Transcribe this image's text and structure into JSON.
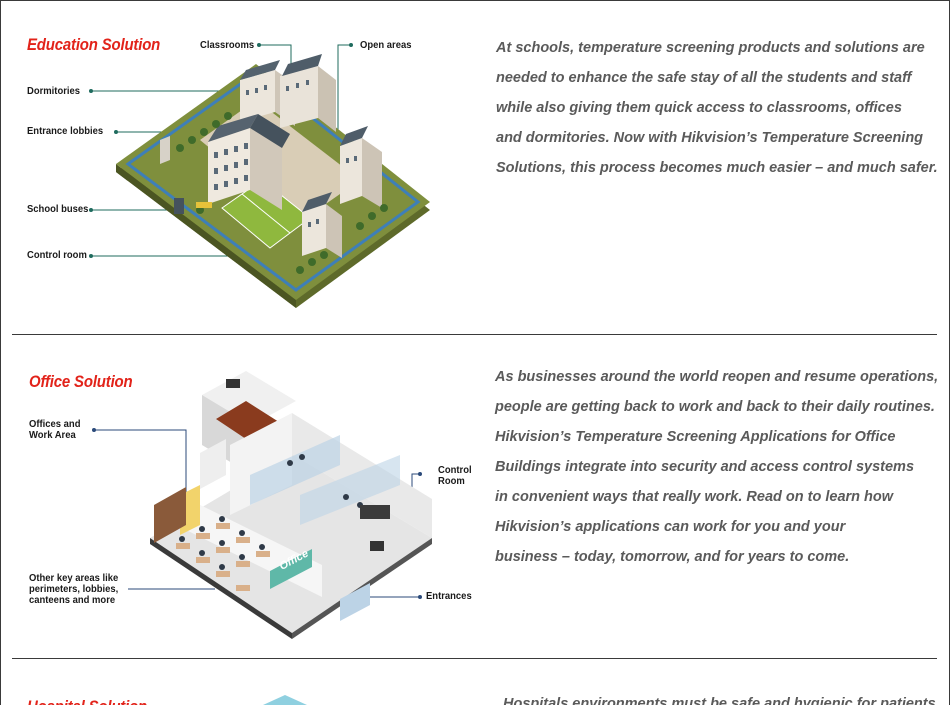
{
  "sections": [
    {
      "title": "Education Solution",
      "callouts": [
        "Classrooms",
        "Open areas",
        "Dormitories",
        "Entrance lobbies",
        "School buses",
        "Control room"
      ],
      "lines": [
        "At schools, temperature screening products and solutions are",
        "needed to enhance the safe stay of all the students and staff",
        "while also giving them quick access to classrooms, offices",
        "and dormitories. Now with Hikvision’s Temperature Screening",
        "Solutions, this process becomes much easier – and much safer."
      ]
    },
    {
      "title": "Office Solution",
      "callouts": [
        "Offices and",
        "Work Area",
        "Control",
        "Room",
        "Other key areas like",
        "perimeters, lobbies,",
        "canteens and more",
        "Entrances"
      ],
      "sign": "Office",
      "lines": [
        "As businesses around the world reopen and resume operations,",
        "people are getting back to work and back to their daily routines.",
        "Hikvision’s Temperature Screening Applications for Office",
        "Buildings integrate into security and access control systems",
        "in convenient ways that really work. Read on to learn how",
        "Hikvision’s applications can work for you and your",
        "business – today, tomorrow, and for years to come."
      ]
    },
    {
      "title": "Hospital Solution",
      "lines": [
        "Hospitals environments must be safe and hygienic for patients"
      ]
    }
  ],
  "colors": {
    "title_red": "#e2231a",
    "body_gray": "#5a5a5a",
    "leader_teal": "#1f6b5e",
    "leader_blue": "#2b4a7a",
    "grass": "#7a8a3a"
  }
}
